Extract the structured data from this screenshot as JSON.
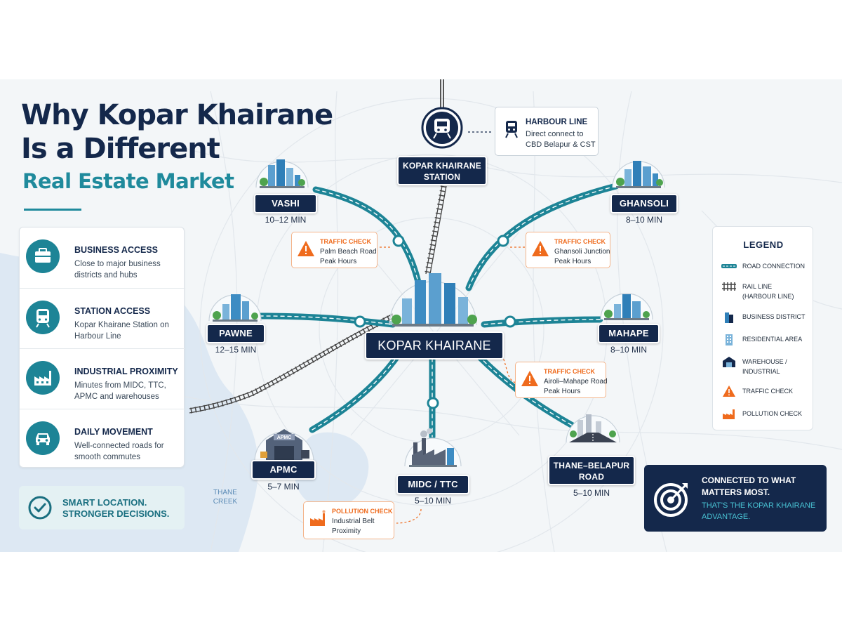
{
  "title": {
    "line1": "Why Kopar Khairane",
    "line2": "Is a Different",
    "subtitle": "Real Estate Market"
  },
  "features": [
    {
      "title": "BUSINESS ACCESS",
      "desc": "Close to major business districts and hubs",
      "icon": "briefcase-icon"
    },
    {
      "title": "STATION ACCESS",
      "desc": "Kopar Khairane Station on Harbour Line",
      "icon": "train-icon"
    },
    {
      "title": "INDUSTRIAL PROXIMITY",
      "desc": "Minutes from MIDC, TTC, APMC and warehouses",
      "icon": "factory-icon"
    },
    {
      "title": "DAILY MOVEMENT",
      "desc": "Well-connected roads for smooth commutes",
      "icon": "car-icon"
    }
  ],
  "smart": {
    "line1": "SMART LOCATION.",
    "line2": "STRONGER DECISIONS.",
    "icon": "check-circle-icon"
  },
  "center": {
    "label": "KOPAR KHAIRANE"
  },
  "station": {
    "line1": "KOPAR KHAIRANE",
    "line2": "STATION",
    "icon": "train-icon"
  },
  "harbour": {
    "title": "HARBOUR LINE",
    "body1": "Direct connect to",
    "body2": "CBD Belapur & CST"
  },
  "destinations": {
    "vashi": {
      "label": "VASHI",
      "time": "10–12 MIN"
    },
    "ghansoli": {
      "label": "GHANSOLI",
      "time": "8–10 MIN"
    },
    "pawne": {
      "label": "PAWNE",
      "time": "12–15 MIN"
    },
    "mahape": {
      "label": "MAHAPE",
      "time": "8–10 MIN"
    },
    "apmc": {
      "label": "APMC",
      "time": "5–7 MIN",
      "sign": "APMC"
    },
    "midc": {
      "label": "MIDC / TTC",
      "time": "5–10 MIN"
    },
    "thane": {
      "line1": "THANE–BELAPUR",
      "line2": "ROAD",
      "time": "5–10 MIN"
    }
  },
  "callouts": {
    "palm": {
      "head": "TRAFFIC CHECK",
      "body1": "Palm Beach Road",
      "body2": "Peak Hours"
    },
    "ghansoli": {
      "head": "TRAFFIC CHECK",
      "body1": "Ghansoli Junction",
      "body2": "Peak Hours"
    },
    "airoli": {
      "head": "TRAFFIC CHECK",
      "body1": "Airoli–Mahape Road",
      "body2": "Peak Hours"
    },
    "pollution": {
      "head": "POLLUTION CHECK",
      "body1": "Industrial Belt",
      "body2": "Proximity"
    }
  },
  "legend": {
    "title": "LEGEND",
    "items": [
      {
        "label": "ROAD CONNECTION",
        "icon": "road-line-icon"
      },
      {
        "label": "RAIL LINE",
        "label2": "(HARBOUR LINE)",
        "icon": "rail-line-icon"
      },
      {
        "label": "BUSINESS DISTRICT",
        "icon": "business-building-icon"
      },
      {
        "label": "RESIDENTIAL AREA",
        "icon": "residential-building-icon"
      },
      {
        "label": "WAREHOUSE /",
        "label2": "INDUSTRIAL",
        "icon": "warehouse-icon"
      },
      {
        "label": "TRAFFIC CHECK",
        "icon": "warning-icon"
      },
      {
        "label": "POLLUTION CHECK",
        "icon": "factory-icon"
      }
    ]
  },
  "advantage": {
    "head": "CONNECTED TO WHAT MATTERS MOST.",
    "tagline": "THAT'S THE KOPAR KHAIRANE ADVANTAGE.",
    "icon": "target-icon"
  },
  "creek": {
    "line1": "THANE",
    "line2": "CREEK"
  },
  "colors": {
    "navy": "#14284b",
    "teal": "#1d8496",
    "orange": "#ef6b1d",
    "background": "#f3f6f8"
  }
}
